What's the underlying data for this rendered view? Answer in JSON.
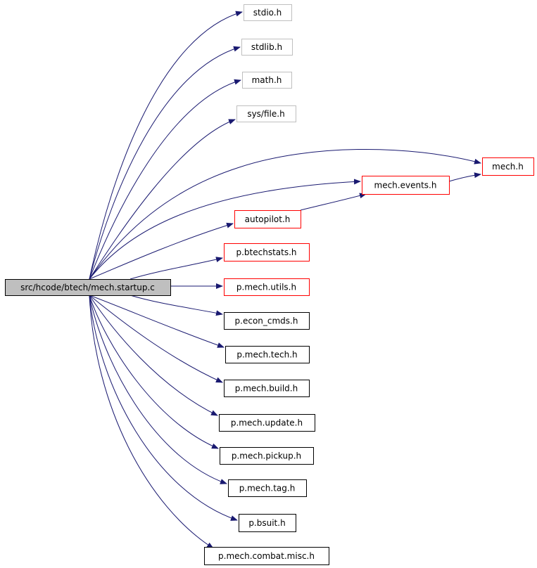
{
  "colors": {
    "edge": "#191970",
    "root_fill": "#bfbfbf",
    "root_border": "#000000",
    "system_border": "#bfbfbf",
    "red_border": "#ff0000",
    "plain_border": "#000000",
    "text": "#000000"
  },
  "nodes": [
    {
      "id": "root",
      "label": "src/hcode/btech/mech.startup.c",
      "style": "root"
    },
    {
      "id": "stdio",
      "label": "stdio.h",
      "style": "system"
    },
    {
      "id": "stdlib",
      "label": "stdlib.h",
      "style": "system"
    },
    {
      "id": "math",
      "label": "math.h",
      "style": "system"
    },
    {
      "id": "sysfile",
      "label": "sys/file.h",
      "style": "system"
    },
    {
      "id": "mech",
      "label": "mech.h",
      "style": "red"
    },
    {
      "id": "events",
      "label": "mech.events.h",
      "style": "red"
    },
    {
      "id": "autopilot",
      "label": "autopilot.h",
      "style": "red"
    },
    {
      "id": "btechstats",
      "label": "p.btechstats.h",
      "style": "red"
    },
    {
      "id": "utils",
      "label": "p.mech.utils.h",
      "style": "red"
    },
    {
      "id": "econ",
      "label": "p.econ_cmds.h",
      "style": "plain"
    },
    {
      "id": "tech",
      "label": "p.mech.tech.h",
      "style": "plain"
    },
    {
      "id": "build",
      "label": "p.mech.build.h",
      "style": "plain"
    },
    {
      "id": "update",
      "label": "p.mech.update.h",
      "style": "plain"
    },
    {
      "id": "pickup",
      "label": "p.mech.pickup.h",
      "style": "plain"
    },
    {
      "id": "tag",
      "label": "p.mech.tag.h",
      "style": "plain"
    },
    {
      "id": "bsuit",
      "label": "p.bsuit.h",
      "style": "plain"
    },
    {
      "id": "combat",
      "label": "p.mech.combat.misc.h",
      "style": "plain"
    }
  ],
  "edges": [
    {
      "from": "root",
      "to": "stdio"
    },
    {
      "from": "root",
      "to": "stdlib"
    },
    {
      "from": "root",
      "to": "math"
    },
    {
      "from": "root",
      "to": "sysfile"
    },
    {
      "from": "root",
      "to": "mech"
    },
    {
      "from": "root",
      "to": "events"
    },
    {
      "from": "root",
      "to": "autopilot"
    },
    {
      "from": "root",
      "to": "btechstats"
    },
    {
      "from": "root",
      "to": "utils"
    },
    {
      "from": "root",
      "to": "econ"
    },
    {
      "from": "root",
      "to": "tech"
    },
    {
      "from": "root",
      "to": "build"
    },
    {
      "from": "root",
      "to": "update"
    },
    {
      "from": "root",
      "to": "pickup"
    },
    {
      "from": "root",
      "to": "tag"
    },
    {
      "from": "root",
      "to": "bsuit"
    },
    {
      "from": "root",
      "to": "combat"
    },
    {
      "from": "events",
      "to": "mech"
    },
    {
      "from": "autopilot",
      "to": "events"
    }
  ]
}
